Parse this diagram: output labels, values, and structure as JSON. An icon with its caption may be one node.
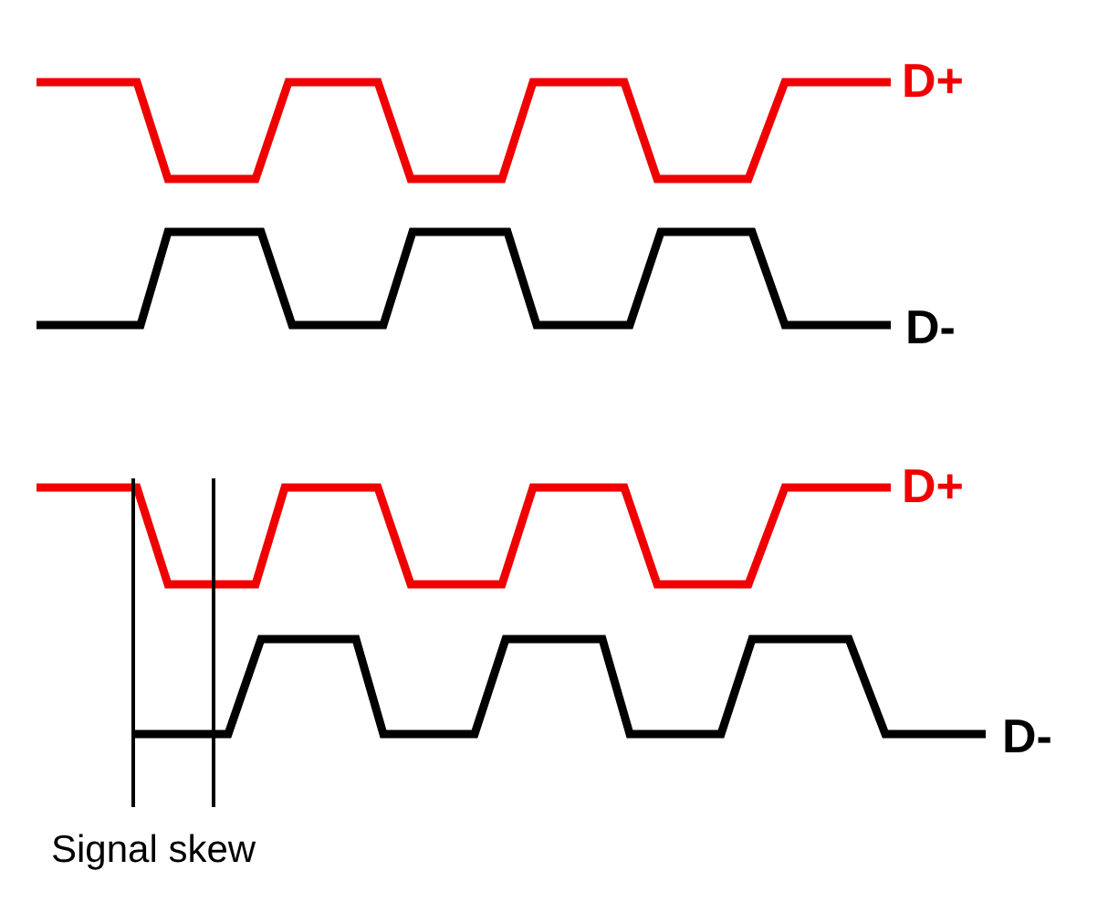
{
  "diagram": {
    "labels": [
      "D+",
      "D-",
      "D+",
      "D-",
      "Signal skew"
    ]
  }
}
